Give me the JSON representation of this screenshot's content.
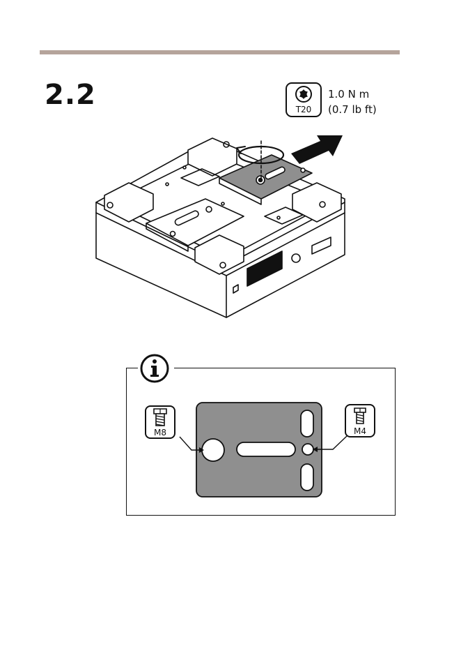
{
  "step": {
    "number": "2.2"
  },
  "tool": {
    "icon": "torx-bit-icon",
    "label": "T20"
  },
  "torque": {
    "metric": "1.0 N m",
    "imperial": "(0.7 lb ft)"
  },
  "info": {
    "icon": "info-icon"
  },
  "screws": {
    "left": {
      "icon": "bolt-icon",
      "label": "M8"
    },
    "right": {
      "icon": "bolt-icon",
      "label": "M4"
    }
  },
  "colors": {
    "rule": "#b5a49b",
    "plate_fill": "#8f8f8f",
    "line": "#111111"
  }
}
